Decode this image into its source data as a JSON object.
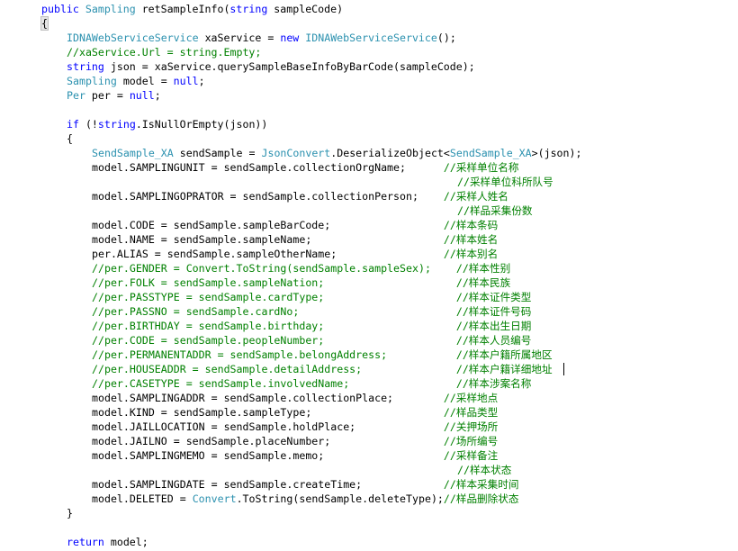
{
  "code_lines": [
    {
      "indent": 4,
      "tokens": [
        {
          "t": "kw",
          "v": "public"
        },
        {
          "t": "plain",
          "v": " "
        },
        {
          "t": "type",
          "v": "Sampling"
        },
        {
          "t": "plain",
          "v": " retSampleInfo("
        },
        {
          "t": "kw",
          "v": "string"
        },
        {
          "t": "plain",
          "v": " sampleCode)"
        }
      ]
    },
    {
      "indent": 4,
      "tokens": [
        {
          "t": "brace",
          "v": "{"
        }
      ]
    },
    {
      "indent": 8,
      "tokens": [
        {
          "t": "type",
          "v": "IDNAWebServiceService"
        },
        {
          "t": "plain",
          "v": " xaService = "
        },
        {
          "t": "kw",
          "v": "new"
        },
        {
          "t": "plain",
          "v": " "
        },
        {
          "t": "type",
          "v": "IDNAWebServiceService"
        },
        {
          "t": "plain",
          "v": "();"
        }
      ]
    },
    {
      "indent": 8,
      "tokens": [
        {
          "t": "com",
          "v": "//xaService.Url = string.Empty;"
        }
      ]
    },
    {
      "indent": 8,
      "tokens": [
        {
          "t": "kw",
          "v": "string"
        },
        {
          "t": "plain",
          "v": " json = xaService.querySampleBaseInfoByBarCode(sampleCode);"
        }
      ]
    },
    {
      "indent": 8,
      "tokens": [
        {
          "t": "type",
          "v": "Sampling"
        },
        {
          "t": "plain",
          "v": " model = "
        },
        {
          "t": "kw",
          "v": "null"
        },
        {
          "t": "plain",
          "v": ";"
        }
      ]
    },
    {
      "indent": 8,
      "tokens": [
        {
          "t": "type",
          "v": "Per"
        },
        {
          "t": "plain",
          "v": " per = "
        },
        {
          "t": "kw",
          "v": "null"
        },
        {
          "t": "plain",
          "v": ";"
        }
      ]
    },
    {
      "indent": 0,
      "tokens": []
    },
    {
      "indent": 8,
      "tokens": [
        {
          "t": "kw",
          "v": "if"
        },
        {
          "t": "plain",
          "v": " (!"
        },
        {
          "t": "kw",
          "v": "string"
        },
        {
          "t": "plain",
          "v": ".IsNullOrEmpty(json))"
        }
      ]
    },
    {
      "indent": 8,
      "tokens": [
        {
          "t": "plain",
          "v": "{"
        }
      ]
    },
    {
      "indent": 12,
      "tokens": [
        {
          "t": "type",
          "v": "SendSample_XA"
        },
        {
          "t": "plain",
          "v": " sendSample = "
        },
        {
          "t": "type",
          "v": "JsonConvert"
        },
        {
          "t": "plain",
          "v": ".DeserializeObject<"
        },
        {
          "t": "type",
          "v": "SendSample_XA"
        },
        {
          "t": "plain",
          "v": ">(json);"
        }
      ]
    },
    {
      "indent": 12,
      "tokens": [
        {
          "t": "plain",
          "v": "model.SAMPLINGUNIT = sendSample.collectionOrgName;      "
        },
        {
          "t": "com",
          "v": "//采样单位名称"
        }
      ]
    },
    {
      "indent": 70,
      "tokens": [
        {
          "t": "com",
          "v": "//采样单位科所队号"
        }
      ]
    },
    {
      "indent": 12,
      "tokens": [
        {
          "t": "plain",
          "v": "model.SAMPLINGOPRATOR = sendSample.collectionPerson;    "
        },
        {
          "t": "com",
          "v": "//采样人姓名"
        }
      ]
    },
    {
      "indent": 70,
      "tokens": [
        {
          "t": "com",
          "v": "//样品采集份数"
        }
      ]
    },
    {
      "indent": 12,
      "tokens": [
        {
          "t": "plain",
          "v": "model.CODE = sendSample.sampleBarCode;                  "
        },
        {
          "t": "com",
          "v": "//样本条码"
        }
      ]
    },
    {
      "indent": 12,
      "tokens": [
        {
          "t": "plain",
          "v": "model.NAME = sendSample.sampleName;                     "
        },
        {
          "t": "com",
          "v": "//样本姓名"
        }
      ]
    },
    {
      "indent": 12,
      "tokens": [
        {
          "t": "plain",
          "v": "per.ALIAS = sendSample.sampleOtherName;                 "
        },
        {
          "t": "com",
          "v": "//样本别名"
        }
      ]
    },
    {
      "indent": 12,
      "tokens": [
        {
          "t": "com",
          "v": "//per.GENDER = Convert.ToString(sendSample.sampleSex);    //样本性别"
        }
      ]
    },
    {
      "indent": 12,
      "tokens": [
        {
          "t": "com",
          "v": "//per.FOLK = sendSample.sampleNation;                     //样本民族"
        }
      ]
    },
    {
      "indent": 12,
      "tokens": [
        {
          "t": "com",
          "v": "//per.PASSTYPE = sendSample.cardType;                     //样本证件类型"
        }
      ]
    },
    {
      "indent": 12,
      "tokens": [
        {
          "t": "com",
          "v": "//per.PASSNO = sendSample.cardNo;                         //样本证件号码"
        }
      ]
    },
    {
      "indent": 12,
      "tokens": [
        {
          "t": "com",
          "v": "//per.BIRTHDAY = sendSample.birthday;                     //样本出生日期"
        }
      ]
    },
    {
      "indent": 12,
      "tokens": [
        {
          "t": "com",
          "v": "//per.CODE = sendSample.peopleNumber;                     //样本人员编号"
        }
      ]
    },
    {
      "indent": 12,
      "tokens": [
        {
          "t": "com",
          "v": "//per.PERMANENTADDR = sendSample.belongAddress;           //样本户籍所属地区"
        }
      ]
    },
    {
      "indent": 12,
      "tokens": [
        {
          "t": "com",
          "v": "//per.HOUSEADDR = sendSample.detailAddress;               //样本户籍详细地址"
        }
      ]
    },
    {
      "indent": 12,
      "tokens": [
        {
          "t": "com",
          "v": "//per.CASETYPE = sendSample.involvedName;                 //样本涉案名称"
        }
      ]
    },
    {
      "indent": 12,
      "tokens": [
        {
          "t": "plain",
          "v": "model.SAMPLINGADDR = sendSample.collectionPlace;        "
        },
        {
          "t": "com",
          "v": "//采样地点"
        }
      ]
    },
    {
      "indent": 12,
      "tokens": [
        {
          "t": "plain",
          "v": "model.KIND = sendSample.sampleType;                     "
        },
        {
          "t": "com",
          "v": "//样品类型"
        }
      ]
    },
    {
      "indent": 12,
      "tokens": [
        {
          "t": "plain",
          "v": "model.JAILLOCATION = sendSample.holdPlace;              "
        },
        {
          "t": "com",
          "v": "//关押场所"
        }
      ]
    },
    {
      "indent": 12,
      "tokens": [
        {
          "t": "plain",
          "v": "model.JAILNO = sendSample.placeNumber;                  "
        },
        {
          "t": "com",
          "v": "//场所编号"
        }
      ]
    },
    {
      "indent": 12,
      "tokens": [
        {
          "t": "plain",
          "v": "model.SAMPLINGMEMO = sendSample.memo;                   "
        },
        {
          "t": "com",
          "v": "//采样备注"
        }
      ]
    },
    {
      "indent": 70,
      "tokens": [
        {
          "t": "com",
          "v": "//样本状态"
        }
      ]
    },
    {
      "indent": 12,
      "tokens": [
        {
          "t": "plain",
          "v": "model.SAMPLINGDATE = sendSample.createTime;             "
        },
        {
          "t": "com",
          "v": "//样本采集时间"
        }
      ]
    },
    {
      "indent": 12,
      "tokens": [
        {
          "t": "plain",
          "v": "model.DELETED = "
        },
        {
          "t": "type",
          "v": "Convert"
        },
        {
          "t": "plain",
          "v": ".ToString(sendSample.deleteType);"
        },
        {
          "t": "com",
          "v": "//样品删除状态"
        }
      ]
    },
    {
      "indent": 8,
      "tokens": [
        {
          "t": "plain",
          "v": "}"
        }
      ]
    },
    {
      "indent": 0,
      "tokens": []
    },
    {
      "indent": 8,
      "tokens": [
        {
          "t": "kw",
          "v": "return"
        },
        {
          "t": "plain",
          "v": " model;"
        }
      ]
    }
  ]
}
